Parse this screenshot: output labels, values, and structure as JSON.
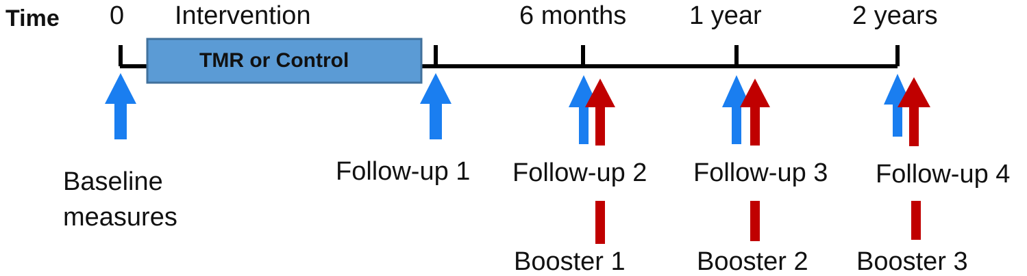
{
  "time_label": "Time",
  "ticks": [
    {
      "label": "0"
    },
    {
      "label": "Intervention"
    },
    {
      "label": "6 months"
    },
    {
      "label": "1 year"
    },
    {
      "label": "2 years"
    }
  ],
  "intervention_box": "TMR or Control",
  "follow_ups": [
    {
      "label": "Baseline"
    },
    {
      "label": "measures"
    },
    {
      "label": "Follow-up 1"
    },
    {
      "label": "Follow-up 2"
    },
    {
      "label": "Follow-up 3"
    },
    {
      "label": "Follow-up 4"
    }
  ],
  "boosters": [
    {
      "label": "Booster 1"
    },
    {
      "label": "Booster 2"
    },
    {
      "label": "Booster 3"
    }
  ],
  "colors": {
    "timeline": "#000000",
    "box_fill": "#5b9bd5",
    "box_border": "#41719c",
    "blue_arrow": "#1a7ef0",
    "red_arrow": "#c00000"
  }
}
